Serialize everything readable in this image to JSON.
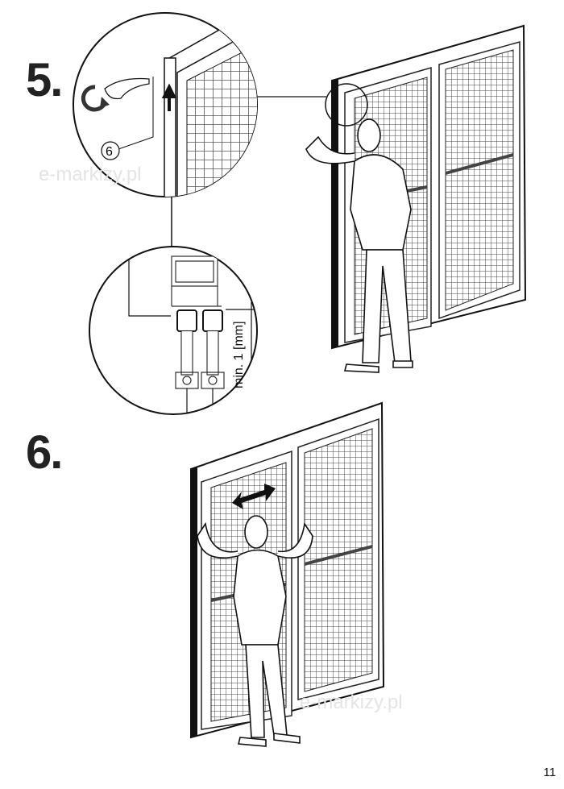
{
  "steps": [
    {
      "number": "5."
    },
    {
      "number": "6."
    }
  ],
  "callout_label": "6",
  "dimension_label": "min. 1 [mm]",
  "watermark": "e-markizy.pl",
  "page_number": "11"
}
